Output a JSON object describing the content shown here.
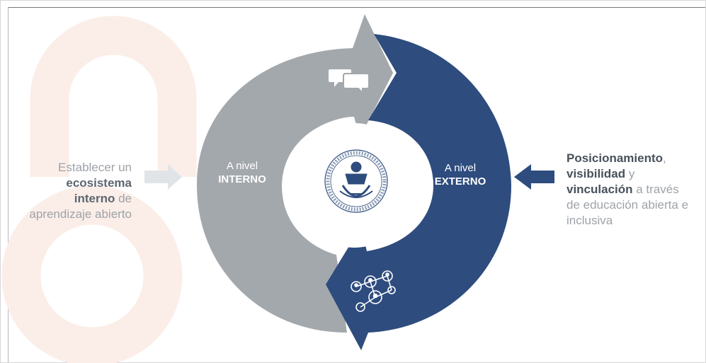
{
  "left_text": {
    "line1": "Establecer un",
    "bold1": "ecosistema",
    "bold2": "interno",
    "line3_rest": " de",
    "line4": "aprendizaje abierto"
  },
  "right_text": {
    "bold1": "Posicionamiento",
    "comma": ",",
    "bold2": "visibilidad",
    "line2_rest": " y",
    "bold3": "vinculación",
    "line3_rest": " a través",
    "line4": "de educación abierta e",
    "line5": "inclusiva"
  },
  "internal_label": {
    "line1": "A nivel",
    "line2": "INTERNO"
  },
  "external_label": {
    "line1": "A nivel",
    "line2": "EXTERNO"
  },
  "icons": [
    "chat-bubbles-icon",
    "network-people-icon",
    "university-seal-icon",
    "open-access-watermark-icon"
  ],
  "colors": {
    "gray": "#a3a8ad",
    "navy": "#2e4c7e",
    "text_gray": "#9ea3a8",
    "watermark": "#fbeee8"
  }
}
